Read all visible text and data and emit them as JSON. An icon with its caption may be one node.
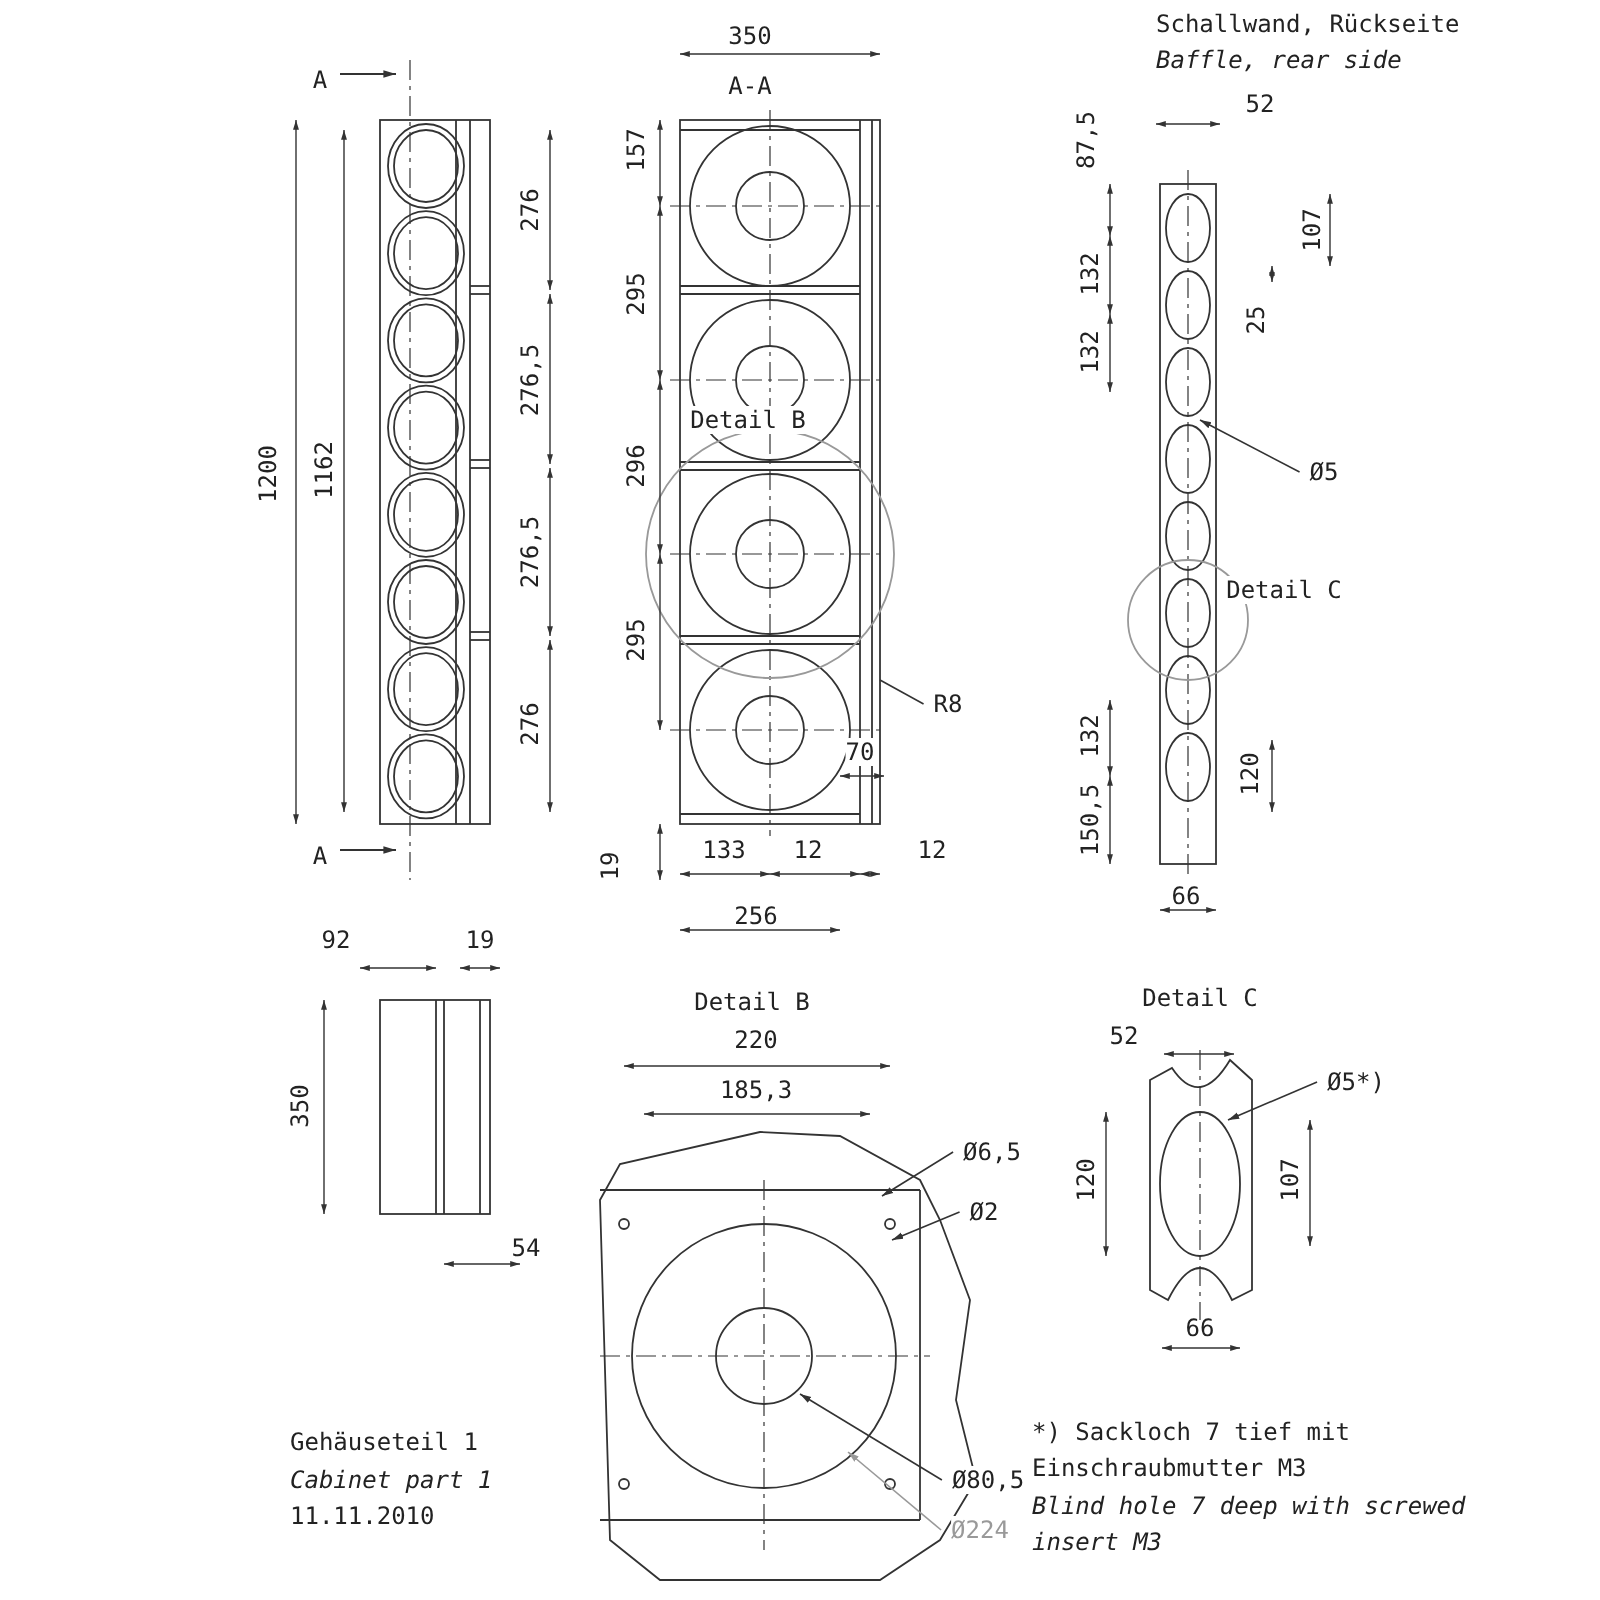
{
  "diagram": {
    "nodes": [
      {
        "text": [
          "Ø5"
        ]
      },
      {
        "text": [
          "R8"
        ]
      },
      {
        "text": [
          "Ø6,5"
        ]
      },
      {
        "text": [
          "Ø2"
        ]
      },
      {
        "text": [
          "Ø80,5"
        ]
      },
      {
        "text": [
          "Ø224"
        ]
      },
      {
        "text": [
          "Ø5*)"
        ]
      }
    ],
    "edges": [
      {
        "from": 0,
        "to": null,
        "arrow": "to"
      },
      {
        "from": 1,
        "to": null,
        "arrow": "none"
      },
      {
        "from": 2,
        "to": null,
        "arrow": "to"
      },
      {
        "from": 3,
        "to": null,
        "arrow": "to"
      },
      {
        "from": 4,
        "to": null,
        "arrow": "to"
      },
      {
        "from": 5,
        "to": null,
        "arrow": "to",
        "color": "#999999"
      },
      {
        "from": 6,
        "to": null,
        "arrow": "to"
      }
    ],
    "labels": [
      "A",
      "350",
      "A-A",
      "Schallwand, Rückseite",
      "Baffle, rear side",
      "87,5",
      "52",
      "157",
      "276",
      "107",
      "132",
      "25",
      "295",
      "132",
      "1200",
      "1162",
      "276,5",
      "Detail B",
      "296",
      "276,5",
      "Detail C",
      "295",
      "276",
      "132",
      "70",
      "120",
      "150,5",
      "A",
      "19",
      "133",
      "12",
      "12",
      "66",
      "256",
      "92",
      "19",
      "Detail B",
      "Detail C",
      "220",
      "52",
      "185,3",
      "350",
      "120",
      "107",
      "54",
      "66",
      "Gehäuseteil 1",
      "Cabinet part 1",
      "11.11.2010",
      "*) Sackloch 7 tief mit Einschraubmutter M3",
      "Blind hole 7 deep with screwed insert M3"
    ]
  }
}
